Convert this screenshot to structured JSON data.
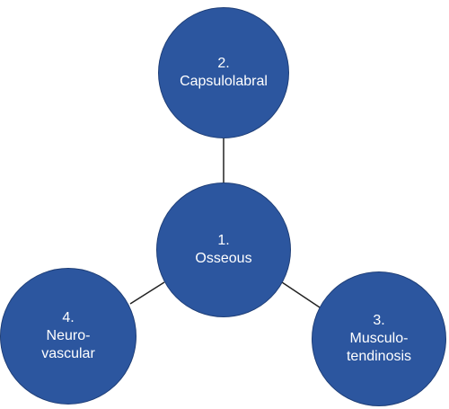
{
  "colors": {
    "node_fill": "#2c569f",
    "node_stroke": "#1f3f78",
    "connector": "#222222"
  },
  "nodes": {
    "capsulolabral": {
      "number": "2.",
      "lines": [
        "Capsulolabral"
      ]
    },
    "osseous": {
      "number": "1.",
      "lines": [
        "Osseous"
      ]
    },
    "musculotendinosis": {
      "number": "3.",
      "lines": [
        "Musculo-",
        "tendinosis"
      ]
    },
    "neurovascular": {
      "number": "4.",
      "lines": [
        "Neuro-",
        "vascular"
      ]
    }
  }
}
